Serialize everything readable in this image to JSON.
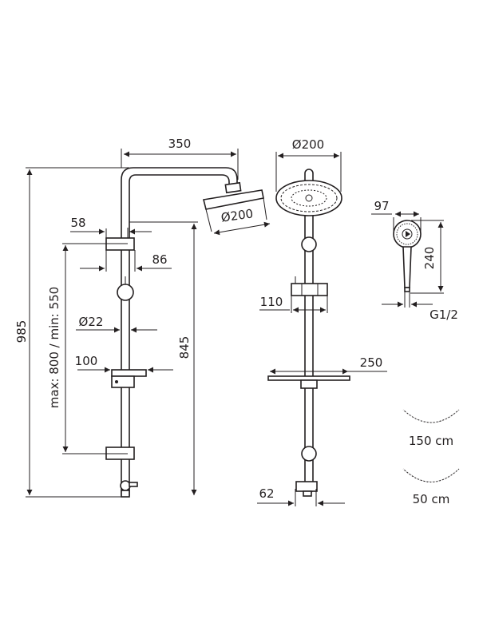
{
  "colors": {
    "ink": "#231f20",
    "background": "#ffffff"
  },
  "front_view": {
    "width_arm": "350",
    "head_diameter": "Ø200",
    "total_height": "985",
    "bracket_range": "max: 800 / min: 550",
    "bar_height": "845",
    "bracket_depth": "58",
    "bracket_offset": "86",
    "pipe_diameter": "Ø22",
    "dish_width": "100"
  },
  "side_view": {
    "head_diameter": "Ø200",
    "holder_width": "110",
    "shelf_width": "250",
    "diverter_width": "62"
  },
  "hand_shower": {
    "head_width": "97",
    "length": "240",
    "thread": "G1/2"
  },
  "hoses": [
    {
      "label": "150 cm"
    },
    {
      "label": "50 cm"
    }
  ]
}
